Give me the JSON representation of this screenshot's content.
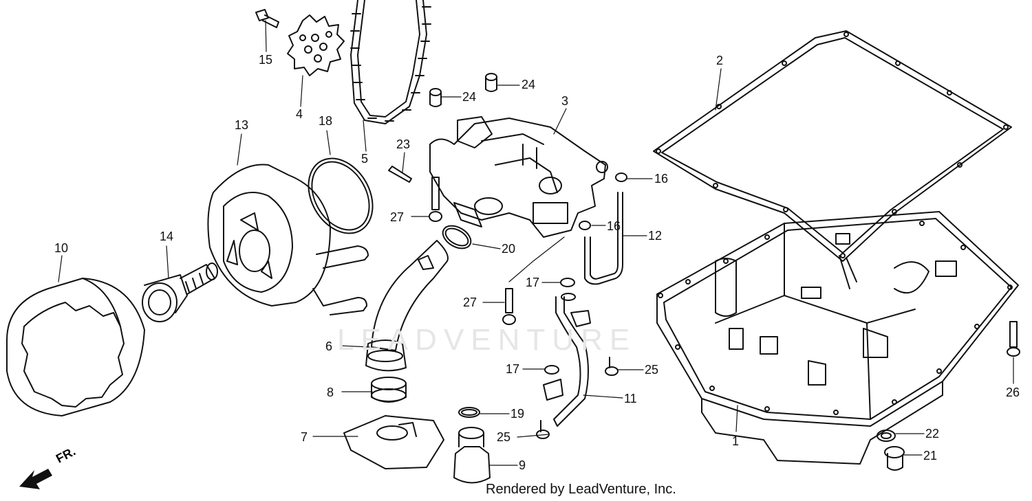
{
  "watermark": "LEADVENTURE",
  "credit": "Rendered by LeadVenture, Inc.",
  "direction": {
    "label": "FR."
  },
  "callouts": [
    "1",
    "2",
    "3",
    "4",
    "5",
    "6",
    "7",
    "8",
    "9",
    "10",
    "11",
    "12",
    "13",
    "14",
    "15",
    "16",
    "16",
    "17",
    "17",
    "18",
    "19",
    "20",
    "21",
    "22",
    "23",
    "24",
    "24",
    "25",
    "25",
    "26",
    "27",
    "27"
  ]
}
